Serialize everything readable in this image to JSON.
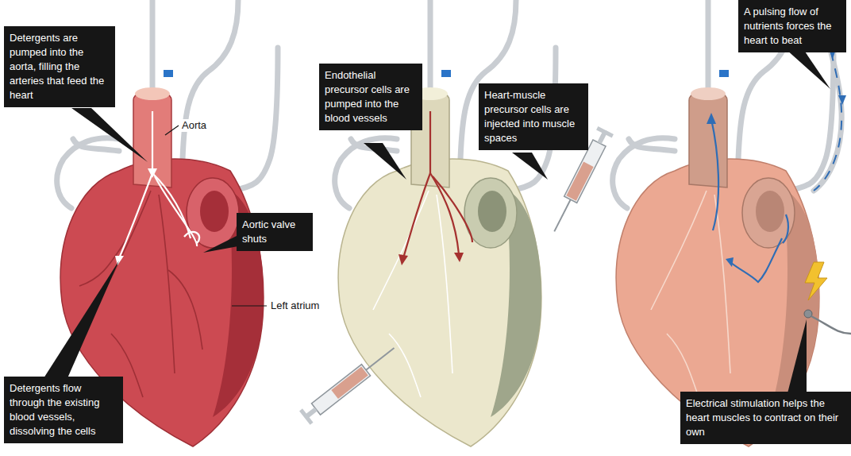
{
  "diagram": {
    "nodes": [
      {
        "text": [
          "Detergents are pumped into the aorta, filling the arteries that feed the heart"
        ]
      },
      {
        "text": [
          "Aortic valve shuts"
        ]
      },
      {
        "text": [
          "Detergents flow through the existing blood vessels, dissolving the cells"
        ]
      },
      {
        "text": [
          "Endothelial precursor cells are pumped into the blood vessels"
        ]
      },
      {
        "text": [
          "Heart-muscle precursor cells are injected into muscle spaces"
        ]
      },
      {
        "text": [
          "A pulsing flow of nutrients forces the heart to beat"
        ]
      },
      {
        "text": [
          "Electrical stimulation helps the heart muscles to contract on their own"
        ]
      }
    ],
    "labels": [
      "Aorta",
      "Left atrium"
    ]
  }
}
